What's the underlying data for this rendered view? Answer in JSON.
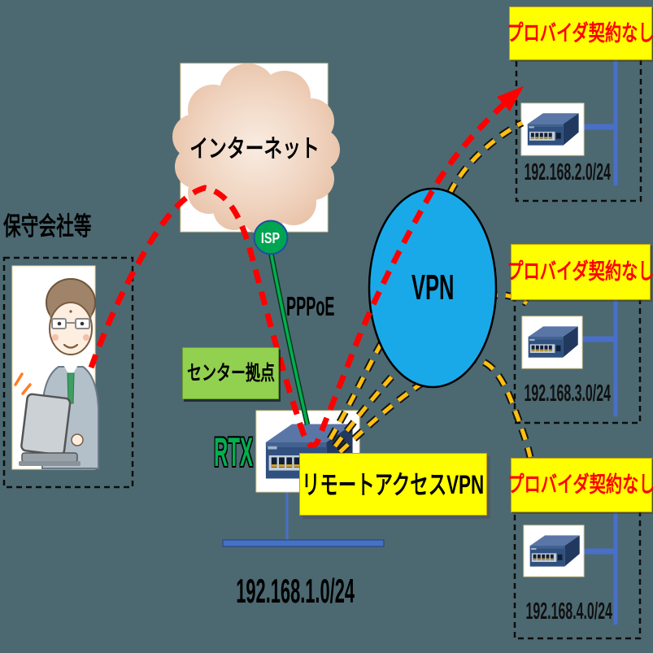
{
  "labels": {
    "maintenance": "保守会社等",
    "internet": "インターネット",
    "isp": "ISP",
    "pppoe": "PPPoE",
    "center_site": "センター拠点",
    "router_model": "RTX",
    "remote_access_vpn": "リモートアクセスVPN",
    "vpn": "VPN",
    "center_network": "192.168.1.0/24"
  },
  "remote_sites": [
    {
      "banner": "プロバイダ契約なし",
      "network": "192.168.2.0/24"
    },
    {
      "banner": "プロバイダ契約なし",
      "network": "192.168.3.0/24"
    },
    {
      "banner": "プロバイダ契約なし",
      "network": "192.168.4.0/24"
    }
  ],
  "colors": {
    "background": "#4c6972",
    "vpn_fill": "#1aa9e8",
    "banner_bg": "#ffff00",
    "banner_text": "#ff0000",
    "center_site_bg": "#92d050",
    "red_path": "#ff0000",
    "yellow_path": "#ffc010",
    "green_line": "#00b050",
    "lan_line": "#4472c4",
    "isp_fill": "#00a551",
    "rtx_text": "#00b050"
  }
}
